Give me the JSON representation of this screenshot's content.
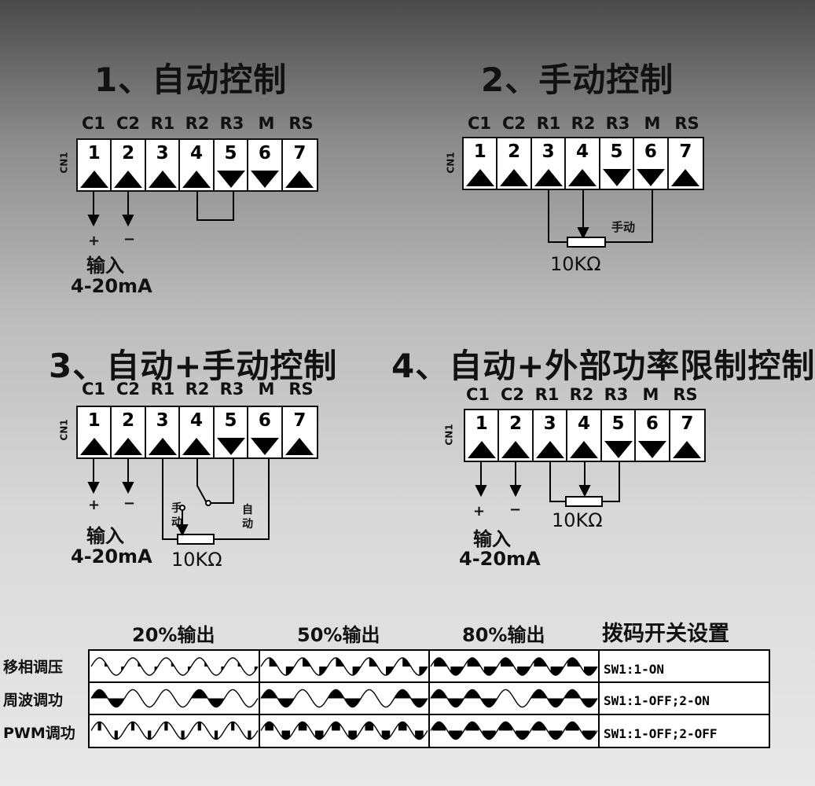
{
  "diagrams": [
    {
      "title": "1、自动控制",
      "cn": "CN1",
      "terminals": [
        "C1",
        "C2",
        "R1",
        "R2",
        "R3",
        "M",
        "RS"
      ],
      "numbers": [
        "1",
        "2",
        "3",
        "4",
        "5",
        "6",
        "7"
      ],
      "arrows": [
        "up",
        "up",
        "up",
        "up",
        "down",
        "down",
        "up"
      ],
      "plus": "+",
      "minus": "−",
      "input": "输入",
      "current": "4-20mA"
    },
    {
      "title": "2、手动控制",
      "cn": "CN1",
      "terminals": [
        "C1",
        "C2",
        "R1",
        "R2",
        "R3",
        "M",
        "RS"
      ],
      "numbers": [
        "1",
        "2",
        "3",
        "4",
        "5",
        "6",
        "7"
      ],
      "arrows": [
        "up",
        "up",
        "up",
        "up",
        "down",
        "down",
        "up"
      ],
      "manual": "手动",
      "resistor": "10KΩ"
    },
    {
      "title": "3、自动+手动控制",
      "cn": "CN1",
      "terminals": [
        "C1",
        "C2",
        "R1",
        "R2",
        "R3",
        "M",
        "RS"
      ],
      "numbers": [
        "1",
        "2",
        "3",
        "4",
        "5",
        "6",
        "7"
      ],
      "arrows": [
        "up",
        "up",
        "up",
        "up",
        "down",
        "down",
        "up"
      ],
      "plus": "+",
      "minus": "−",
      "input": "输入",
      "current": "4-20mA",
      "manual_a": "手",
      "manual_b": "动",
      "auto_a": "自",
      "auto_b": "动",
      "resistor": "10KΩ"
    },
    {
      "title": "4、自动+外部功率限制控制",
      "cn": "CN1",
      "terminals": [
        "C1",
        "C2",
        "R1",
        "R2",
        "R3",
        "M",
        "RS"
      ],
      "numbers": [
        "1",
        "2",
        "3",
        "4",
        "5",
        "6",
        "7"
      ],
      "arrows": [
        "up",
        "up",
        "up",
        "up",
        "down",
        "down",
        "up"
      ],
      "plus": "+",
      "minus": "−",
      "input": "输入",
      "current": "4-20mA",
      "resistor": "10KΩ"
    }
  ],
  "mode_table": {
    "headers": [
      "20%输出",
      "50%输出",
      "80%输出",
      "拨码开关设置"
    ],
    "rows": [
      {
        "label": "移相调压",
        "switch": "SW1:1-ON"
      },
      {
        "label": "周波调功",
        "switch": "SW1:1-OFF;2-ON"
      },
      {
        "label": "PWM调功",
        "switch": "SW1:1-OFF;2-OFF"
      }
    ]
  }
}
